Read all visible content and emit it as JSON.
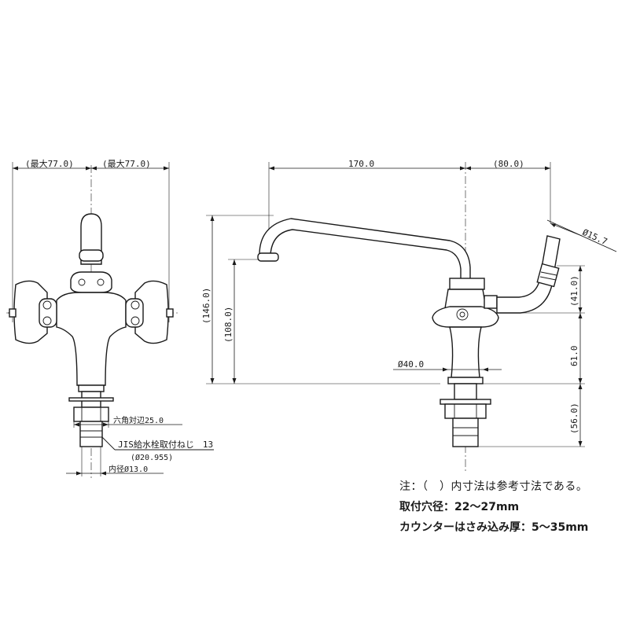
{
  "dimensions": {
    "front_left_width": "(最大77.0)",
    "front_right_width": "(最大77.0)",
    "hex_across_flats": "六角対辺25.0",
    "jis_thread": "JIS給水栓取付ねじ　13",
    "jis_thread_diameter": "(Ø20.955)",
    "inner_diameter": "内径Ø13.0",
    "spout_reach": "170.0",
    "rear_hose_offset": "(80.0)",
    "hose_diameter": "Ø15.7",
    "total_height": "(146.0)",
    "spout_outlet_height": "(108.0)",
    "handle_height": "(41.0)",
    "body_height": "61.0",
    "base_diameter": "Ø40.0",
    "shank_length": "(56.0)"
  },
  "notes": {
    "reference_note": "注：（　）内寸法は参考寸法である。",
    "mounting_hole": "取付穴径：22～27mm",
    "counter_thickness": "カウンターはさみ込み厚：5～35mm"
  }
}
